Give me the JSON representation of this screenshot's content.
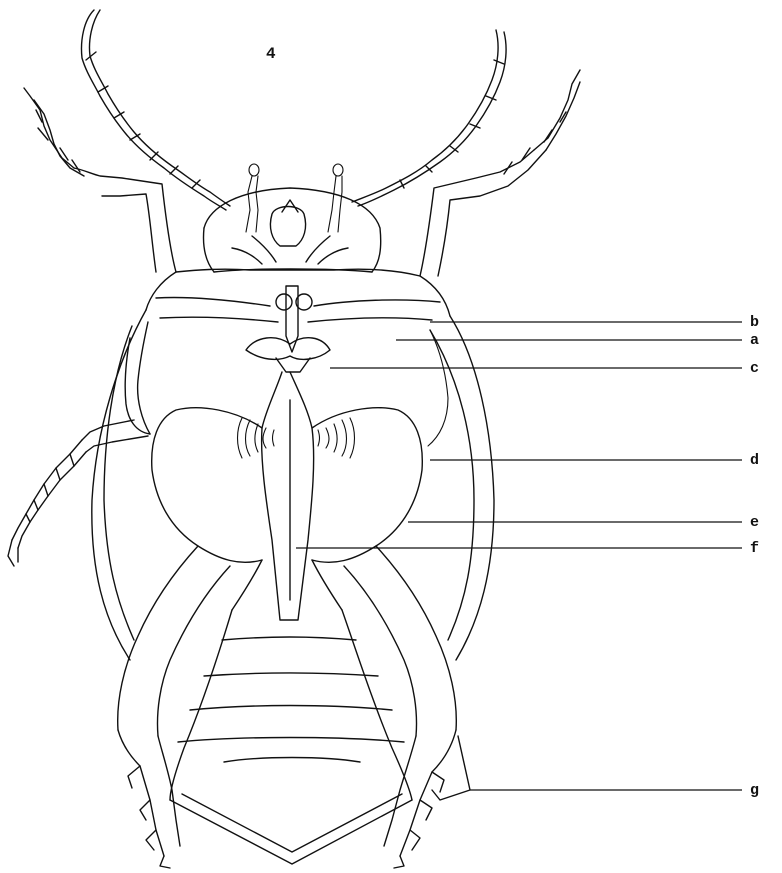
{
  "figure_number": "4",
  "labels": {
    "a": "a",
    "b": "b",
    "c": "c",
    "d": "d",
    "e": "e",
    "f": "f",
    "g": "g"
  },
  "colors": {
    "ink": "#111111",
    "background": "#ffffff"
  }
}
